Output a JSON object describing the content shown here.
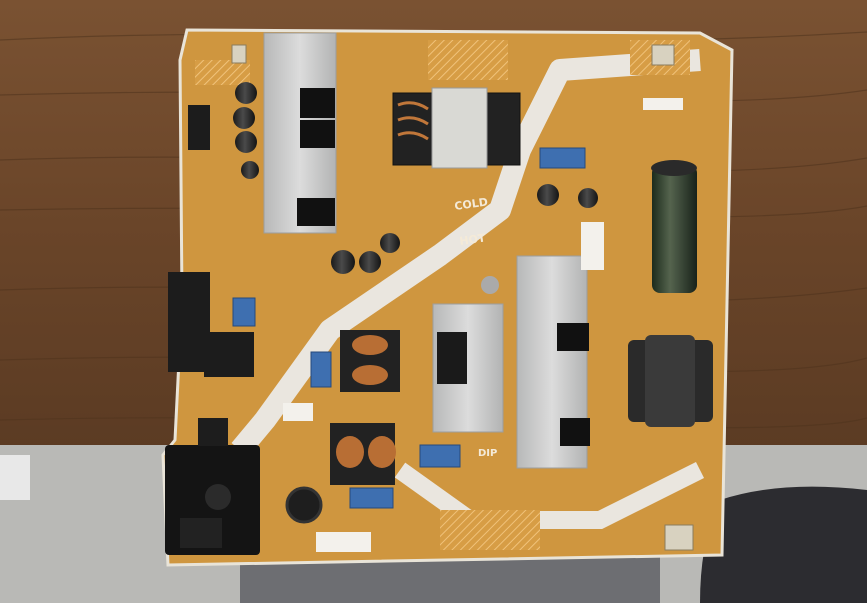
{
  "photo": {
    "silkscreen": {
      "cold_label": "COLD",
      "hot_label": "HOT",
      "dip_label": "DIP"
    },
    "colors": {
      "board": "#cf963f",
      "board_light": "#e6b36a",
      "isolation_track": "#eae6df",
      "heatsink": "#c8c9c9",
      "wood": "#6b472a",
      "table_gray": "#b9b9b6",
      "cloth": "#2c2c30"
    }
  }
}
